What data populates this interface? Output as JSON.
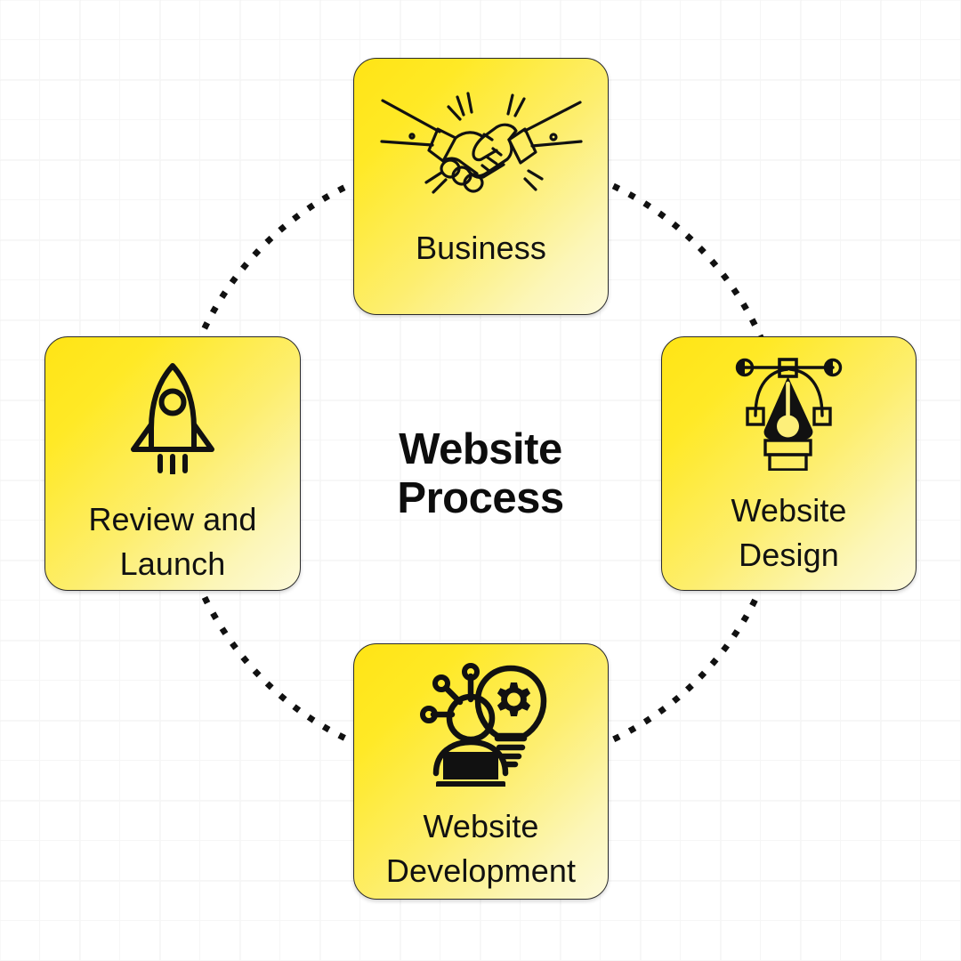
{
  "diagram": {
    "center_title_line1": "Website",
    "center_title_line2": "Process",
    "accent_color": "#FFE415",
    "accent_color_light": "#FDFADB",
    "line_color": "#111111",
    "background_color": "#FFFFFF",
    "grid_color": "#F0F0F0",
    "connector_style": "dotted-circle",
    "node_count": 4
  },
  "nodes": [
    {
      "id": "business",
      "label": "Business",
      "label_line1": "Business",
      "label_line2": "",
      "icon": "handshake-icon",
      "position": "top",
      "order": 1
    },
    {
      "id": "website-design",
      "label": "Website Design",
      "label_line1": "Website",
      "label_line2": "Design",
      "icon": "pen-tool-icon",
      "position": "right",
      "order": 2
    },
    {
      "id": "website-development",
      "label": "Website Development",
      "label_line1": "Website",
      "label_line2": "Development",
      "icon": "developer-idea-icon",
      "position": "bottom",
      "order": 3
    },
    {
      "id": "review-and-launch",
      "label": "Review and Launch",
      "label_line1": "Review and",
      "label_line2": "Launch",
      "icon": "rocket-icon",
      "position": "left",
      "order": 4
    }
  ],
  "chart_data": {
    "type": "diagram",
    "title": "Website Process",
    "layout": "cycle",
    "categories": [
      "Business",
      "Website Design",
      "Website Development",
      "Review and Launch"
    ],
    "values": [
      1,
      2,
      3,
      4
    ]
  }
}
